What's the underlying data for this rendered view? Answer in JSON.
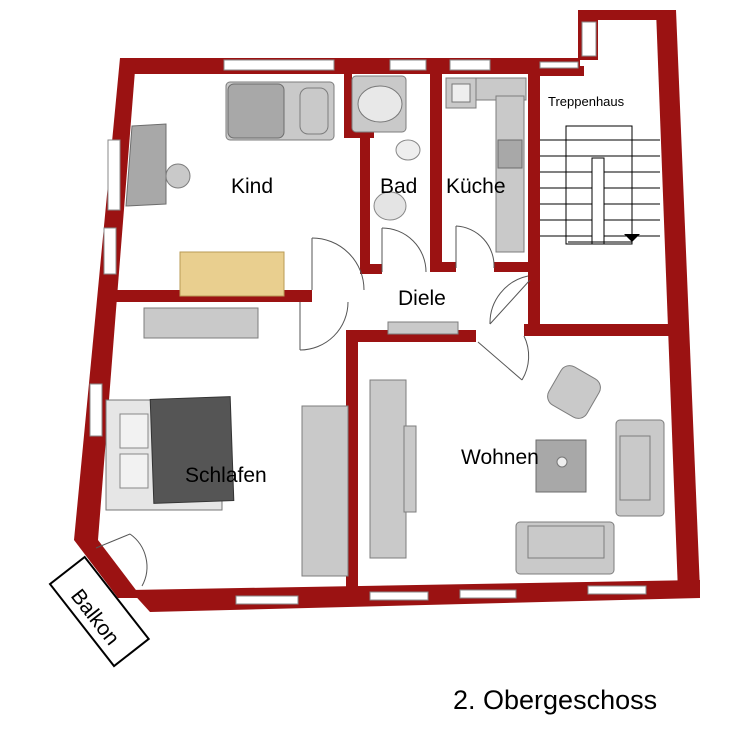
{
  "rooms": {
    "kind": "Kind",
    "bad": "Bad",
    "kueche": "Küche",
    "treppenhaus": "Treppenhaus",
    "diele": "Diele",
    "schlafen": "Schlafen",
    "wohnen": "Wohnen",
    "balkon": "Balkon"
  },
  "caption": "2. Obergeschoss",
  "colors": {
    "wall": "#9b1212",
    "floor": "#ffffff",
    "desk_wood": "#e9cf8f"
  }
}
